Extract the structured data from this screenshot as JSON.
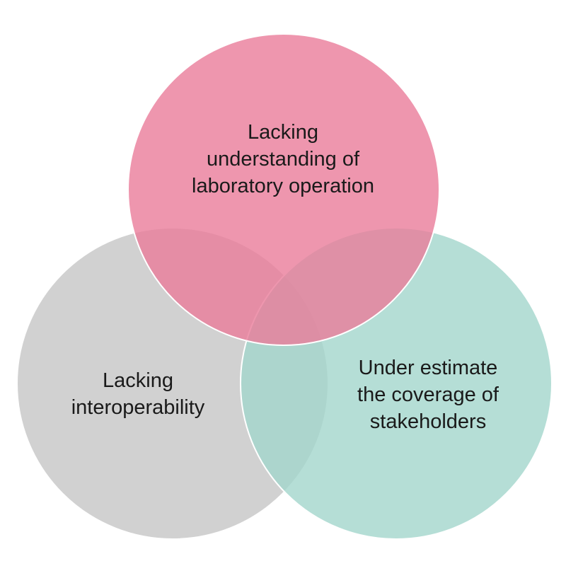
{
  "diagram": {
    "circles": [
      {
        "id": "top",
        "lines": [
          "Lacking",
          "understanding of",
          "laboratory operation"
        ],
        "color": "#ea7c9a"
      },
      {
        "id": "left",
        "lines": [
          "Lacking",
          "interoperability"
        ],
        "color": "#c6c6c6"
      },
      {
        "id": "right",
        "lines": [
          "Under estimate",
          "the coverage of",
          "stakeholders"
        ],
        "color": "#a3d6cc"
      }
    ],
    "outline_color": "#ffffff"
  }
}
